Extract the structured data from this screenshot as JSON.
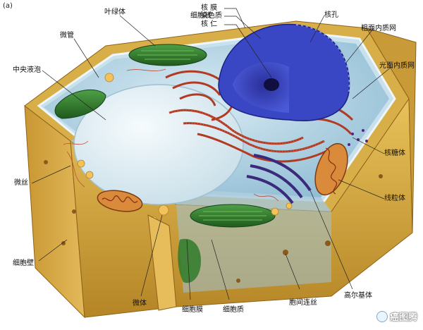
{
  "figure": {
    "panel_tag": "(a)",
    "watermark": "癌图腾"
  },
  "labels": {
    "nuclear_envelope": "核  膜",
    "nucleus": "细胞核",
    "chromatin": "染色质",
    "nucleolus": "核  仁",
    "chloroplast": "叶绿体",
    "nuclear_pore": "核孔",
    "rough_er": "粗面内质网",
    "microtubule": "微管",
    "central_vacuole": "中央液泡",
    "smooth_er": "光面内质网",
    "ribosome": "核糖体",
    "microfilament": "微丝",
    "mitochondrion": "线粒体",
    "cell_wall": "细胞壁",
    "microbody": "微体",
    "cell_membrane": "细胞膜",
    "cytoplasm": "细胞质",
    "plasmodesmata": "胞间连丝",
    "golgi": "高尔基体"
  },
  "colors": {
    "wall": "#d4a63a",
    "wall_dark": "#a9781f",
    "cytoplasm": "#b9d6e6",
    "vacuole": "#e6f0f5",
    "nucleus": "#3340b8",
    "rough_er": "#b33a22",
    "chloroplast": "#2f7a2a",
    "golgi": "#3a2a7a",
    "mitochondrion": "#c8742a"
  }
}
